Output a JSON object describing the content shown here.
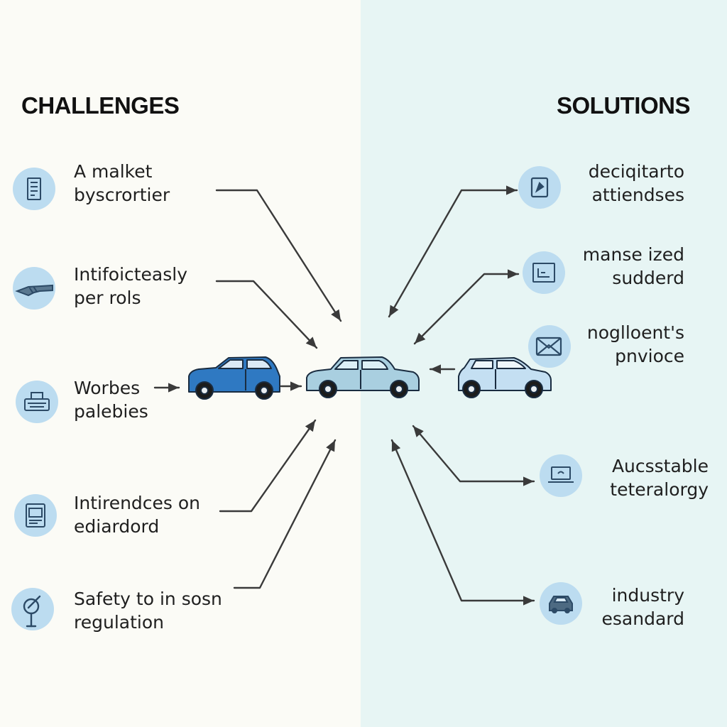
{
  "headings": {
    "challenges": "CHALLENGES",
    "solutions": "SOLUTIONS"
  },
  "colors": {
    "left_background": "#fbfbf6",
    "right_background": "#e7f5f4",
    "icon_circle": "#bcdcf0",
    "icon_stroke": "#2c4a66",
    "arrow": "#3a3a3a",
    "car_left": "#2f79c2",
    "car_center": "#a9cfe0",
    "car_right": "#c4dff2"
  },
  "challenges": [
    {
      "icon": "server-icon",
      "line1": "A malket",
      "line2": "byscrortier"
    },
    {
      "icon": "hand-icon",
      "line1": "Intifoicteasly",
      "line2": "per rols"
    },
    {
      "icon": "machine-icon",
      "line1": "Worbes",
      "line2": "palebies"
    },
    {
      "icon": "document-icon",
      "line1": "Intirendces on",
      "line2": "ediardord"
    },
    {
      "icon": "gauge-icon",
      "line1": "Safety to in sosn",
      "line2": "regulation"
    }
  ],
  "solutions": [
    {
      "icon": "tag-icon",
      "line1": "deciqitarto",
      "line2": "attiendses"
    },
    {
      "icon": "chart-icon",
      "line1": "manse ized",
      "line2": "sudderd"
    },
    {
      "icon": "envelope-icon",
      "line1": "noglloent's",
      "line2": "pnvioce"
    },
    {
      "icon": "laptop-icon",
      "line1": "Aucsstable",
      "line2": "teteralorgy"
    },
    {
      "icon": "car-icon",
      "line1": "industry",
      "line2": "esandard"
    }
  ],
  "cars": [
    "left-car",
    "center-car",
    "right-car"
  ]
}
